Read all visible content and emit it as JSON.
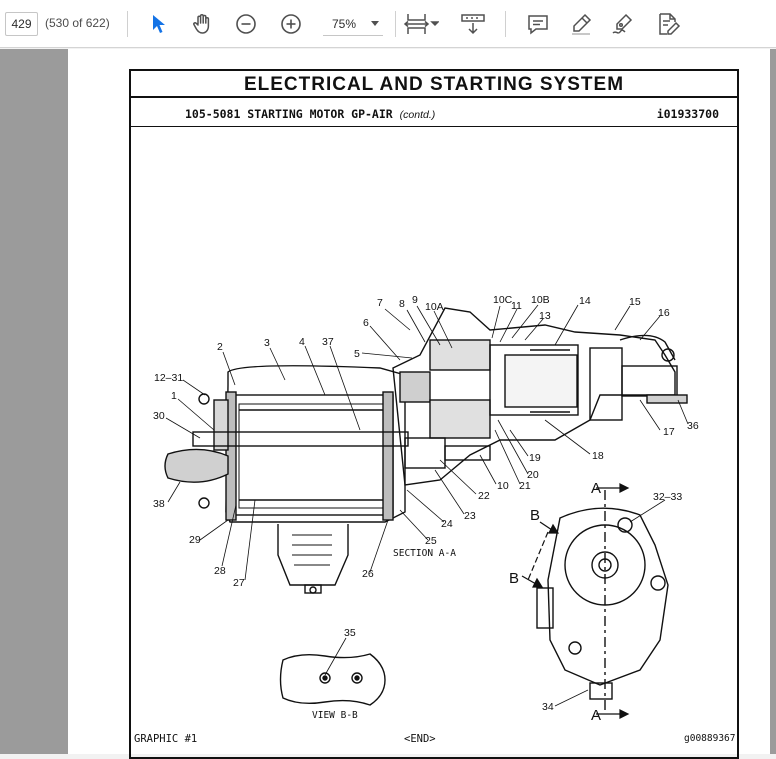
{
  "toolbar": {
    "page_number": "429",
    "page_count": "(530 of 622)",
    "zoom": "75%",
    "icons": [
      "select-arrow-icon",
      "hand-pan-icon",
      "zoom-out-icon",
      "zoom-in-icon",
      "fit-page-icon",
      "scroll-mode-icon",
      "comment-icon",
      "highlight-pen-icon",
      "sign-icon",
      "edit-pdf-icon"
    ],
    "accent_color": "#1473e6"
  },
  "document": {
    "title": "ELECTRICAL AND STARTING SYSTEM",
    "subtitle": "105-5081 STARTING MOTOR GP-AIR",
    "subtitle_note": "(contd.)",
    "doc_id": "i01933700",
    "footer_left": "GRAPHIC #1",
    "footer_mid": "<END>",
    "footer_right": "g00889367",
    "callouts": {
      "c7": "7",
      "c8": "8",
      "c9": "9",
      "c10a": "10A",
      "c10c": "10C",
      "c11": "11",
      "c10b": "10B",
      "c13": "13",
      "c14": "14",
      "c15": "15",
      "c16": "16",
      "c6": "6",
      "c5": "5",
      "c2": "2",
      "c3": "3",
      "c4": "4",
      "c37": "37",
      "c1231": "12–31",
      "c1": "1",
      "c30": "30",
      "c38": "38",
      "c29": "29",
      "c28": "28",
      "c27": "27",
      "c26": "26",
      "c25": "25",
      "c24": "24",
      "c23": "23",
      "c22": "22",
      "c10": "10",
      "c21": "21",
      "c20": "20",
      "c19": "19",
      "c18": "18",
      "c17": "17",
      "c36": "36",
      "c3233": "32–33",
      "c34": "34",
      "c35": "35",
      "a_top": "A",
      "a_bot": "A",
      "b_top": "B",
      "b_bot": "B"
    },
    "section_aa": "SECTION A-A",
    "view_bb": "VIEW B-B"
  }
}
